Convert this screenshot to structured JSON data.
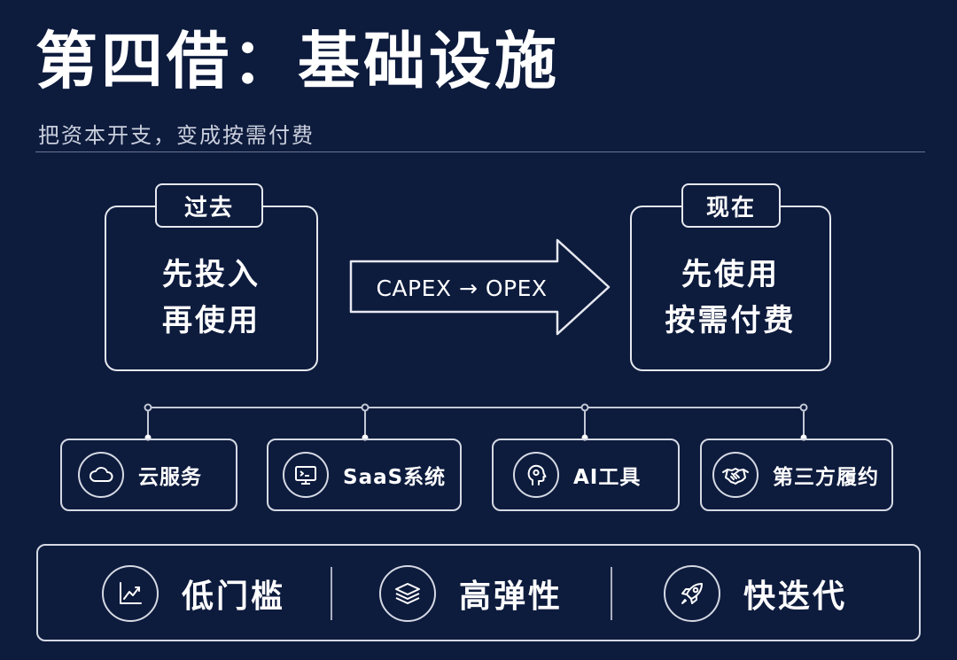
{
  "title": "第四借：基础设施",
  "subtitle": "把资本开支，变成按需付费",
  "past": {
    "tag": "过去",
    "line1": "先投入",
    "line2": "再使用"
  },
  "transition": {
    "label": "CAPEX → OPEX"
  },
  "present": {
    "tag": "现在",
    "line1": "先使用",
    "line2": "按需付费"
  },
  "services": [
    {
      "label": "云服务",
      "icon": "cloud-icon"
    },
    {
      "label": "SaaS系统",
      "icon": "monitor-icon"
    },
    {
      "label": "AI工具",
      "icon": "ai-head-icon"
    },
    {
      "label": "第三方履约",
      "icon": "handshake-icon"
    }
  ],
  "benefits": [
    {
      "label": "低门槛",
      "icon": "line-chart-icon"
    },
    {
      "label": "高弹性",
      "icon": "layers-icon"
    },
    {
      "label": "快迭代",
      "icon": "rocket-icon"
    }
  ],
  "colors": {
    "background": "#0d1b3d",
    "foreground": "#ffffff",
    "line": "#d5d9e3"
  }
}
